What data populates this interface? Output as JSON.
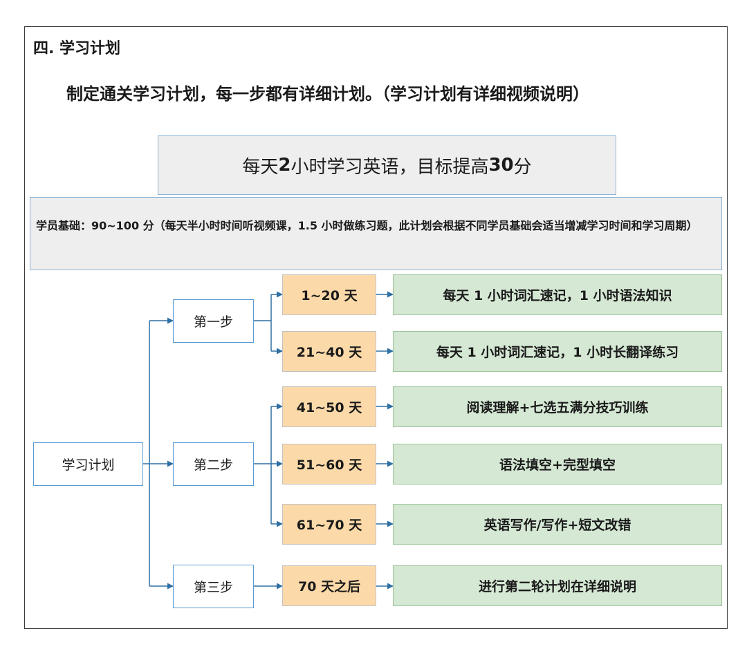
{
  "heading": "四. 学习计划",
  "intro": "制定通关学习计划，每一步都有详细计划。（学习计划有详细视频说明）",
  "goal": {
    "prefix": "每天 ",
    "hours": "2",
    "middle": " 小时学习英语，目标提高 ",
    "points": "30",
    "suffix": " 分"
  },
  "basis": "学员基础：90~100 分（每天半小时时间听视频课，1.5 小时做练习题，此计划会根据不同学员基础会适当增减学习时间和学习周期）",
  "root": "学习计划",
  "steps": [
    {
      "label": "第一步",
      "phases": [
        {
          "days": "1~20 天",
          "task": "每天 1 小时词汇速记，1 小时语法知识"
        },
        {
          "days": "21~40 天",
          "task": "每天 1 小时词汇速记，1 小时长翻译练习"
        }
      ]
    },
    {
      "label": "第二步",
      "phases": [
        {
          "days": "41~50 天",
          "task": "阅读理解+七选五满分技巧训练"
        },
        {
          "days": "51~60 天",
          "task": "语法填空+完型填空"
        },
        {
          "days": "61~70 天",
          "task": "英语写作/写作+短文改错"
        }
      ]
    },
    {
      "label": "第三步",
      "phases": [
        {
          "days": "70 天之后",
          "task": "进行第二轮计划在详细说明"
        }
      ]
    }
  ],
  "colors": {
    "arrow": "#2e6fa3",
    "day_fill": "#fbd9a9",
    "task_fill": "#d5e8d4",
    "banner_fill": "#eeeeee"
  }
}
